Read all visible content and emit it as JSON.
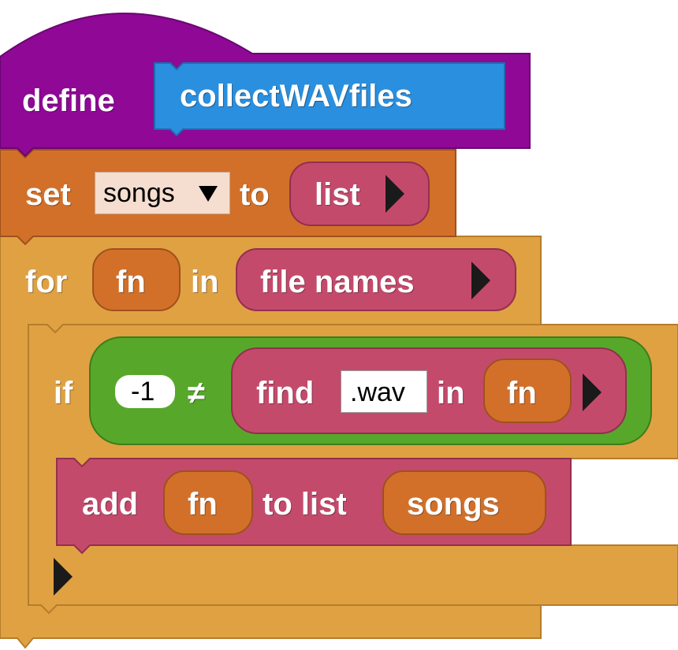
{
  "colors": {
    "define_hat": "#8f0896",
    "custom_block": "#2a8fde",
    "variables": "#d2702a",
    "lists": "#c44a6c",
    "control": "#e0a143",
    "operators": "#57a82a",
    "dropdown_bg": "#f5decf"
  },
  "define_block": {
    "keyword": "define",
    "block_name": "collectWAVfiles"
  },
  "set_block": {
    "keyword": "set",
    "variable": "songs",
    "dropdown_icon": "triangle-down-icon",
    "to_label": "to",
    "value": "list",
    "expand_icon": "right-arrow-icon"
  },
  "for_block": {
    "keyword": "for",
    "loop_var": "fn",
    "in_label": "in",
    "source": "file names",
    "expand_icon": "right-arrow-icon"
  },
  "if_block": {
    "keyword": "if",
    "left_value": "-1",
    "operator": "≠",
    "find_label": "find",
    "find_text": ".wav",
    "in_label": "in",
    "in_var": "fn",
    "expand_icon": "right-arrow-icon"
  },
  "add_block": {
    "keyword": "add",
    "item_var": "fn",
    "to_list_label": "to list",
    "list_var": "songs"
  },
  "else_expand_icon": "right-arrow-icon"
}
